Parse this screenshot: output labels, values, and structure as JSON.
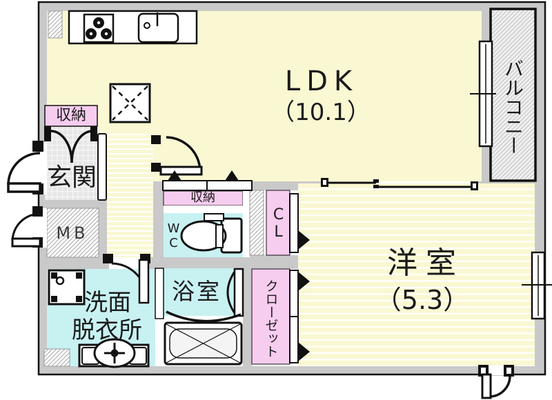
{
  "plan_title": "apartment-floor-plan",
  "rooms": {
    "ldk": {
      "label": "LDK",
      "size": "（10.1）"
    },
    "western": {
      "label": "洋室",
      "size": "（5.3）"
    },
    "balcony": {
      "label": "バルコニー"
    },
    "entrance": {
      "label": "玄関"
    },
    "entrance_storage": {
      "label": "収納"
    },
    "hall_storage": {
      "label": "収納"
    },
    "meter_box": {
      "label": "MB"
    },
    "toilet": {
      "label": "WC"
    },
    "washroom": {
      "line1": "洗面",
      "line2": "脱衣所"
    },
    "bathroom": {
      "label": "浴室"
    },
    "closet_cl": {
      "label": "CL"
    },
    "closet_main": {
      "label": "クローゼット"
    }
  },
  "colors": {
    "floor": "#FAF8D2",
    "wet": "#C8F1F2",
    "storage": "#F6CCEF",
    "wall": "#C9C9C9",
    "outline": "#111111",
    "white": "#FFFFFF"
  }
}
